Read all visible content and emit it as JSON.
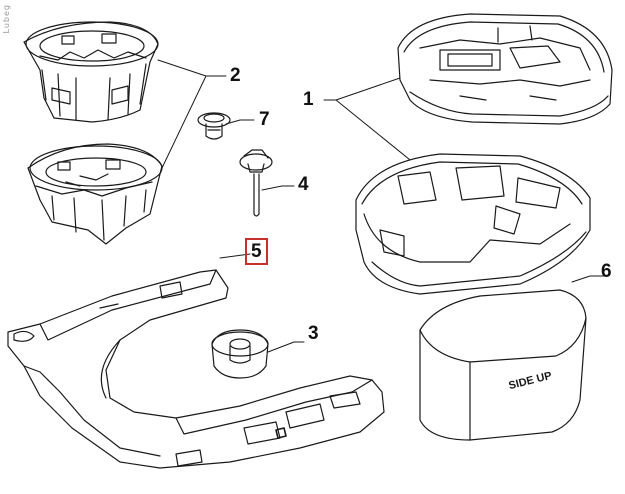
{
  "watermark": "Lubeg",
  "highlight_color": "#c8302c",
  "callouts": [
    {
      "id": "1",
      "label": "1"
    },
    {
      "id": "2",
      "label": "2"
    },
    {
      "id": "3",
      "label": "3"
    },
    {
      "id": "4",
      "label": "4"
    },
    {
      "id": "5",
      "label": "5",
      "highlighted": true
    },
    {
      "id": "6",
      "label": "6"
    },
    {
      "id": "7",
      "label": "7"
    }
  ],
  "parts": {
    "part6_embossed_text": "SIDE UP"
  }
}
